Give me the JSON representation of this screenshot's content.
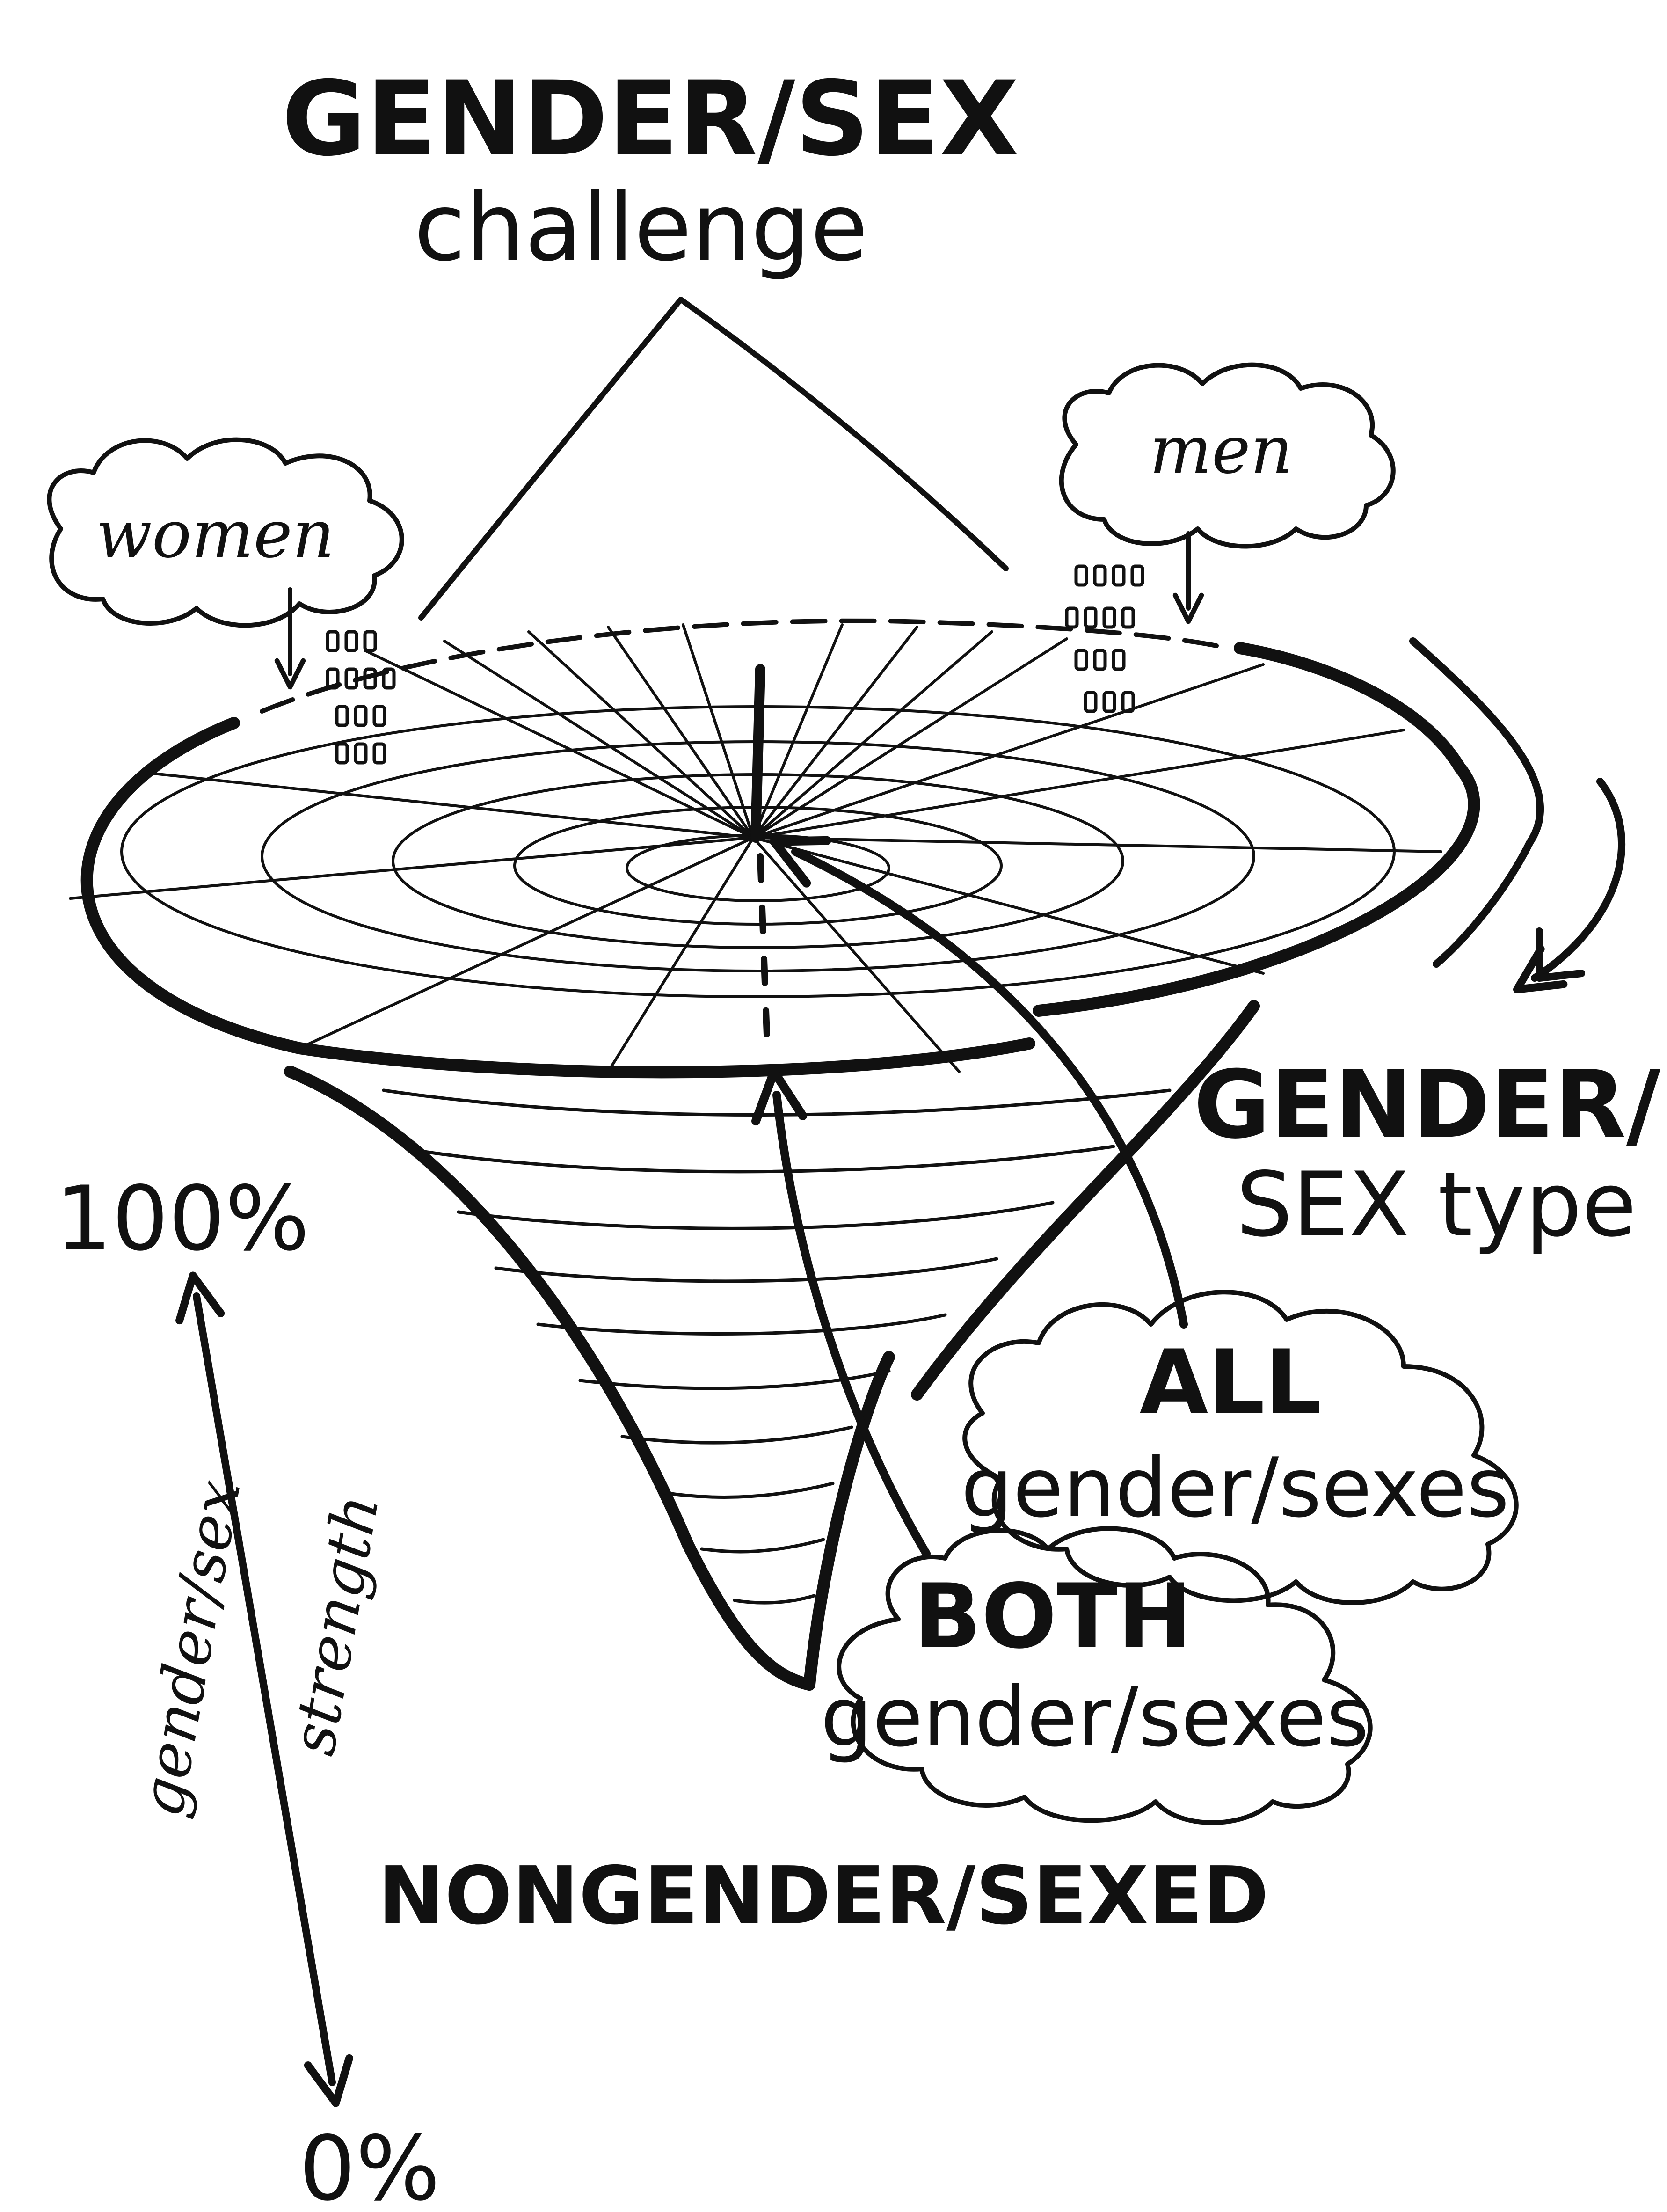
{
  "title": {
    "line1": "GENDER/SEX",
    "line2": "challenge"
  },
  "clouds": {
    "women": "women",
    "men": "men",
    "all_line1": "ALL",
    "all_line2": "gender/sexes",
    "both_line1": "BOTH",
    "both_line2": "gender/sexes"
  },
  "labels": {
    "type_line1": "GENDER/",
    "type_line2": "SEX type",
    "nongendered": "NONGENDER/SEXED"
  },
  "axis": {
    "top": "100%",
    "bottom": "0%",
    "name_line1": "gender/sex",
    "name_line2": "strength"
  },
  "colors": {
    "ink": "#111111",
    "paper": "#ffffff"
  }
}
